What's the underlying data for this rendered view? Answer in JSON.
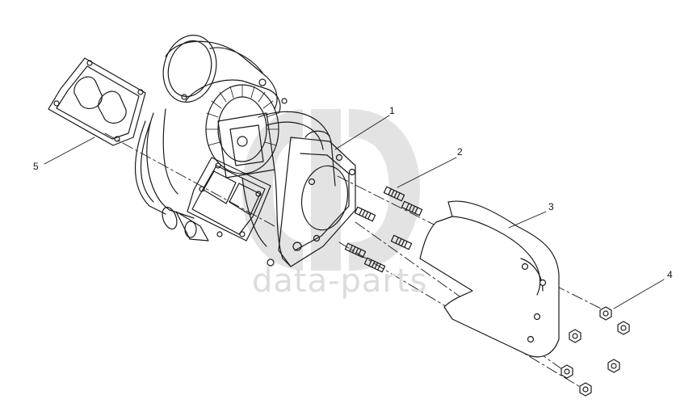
{
  "diagram": {
    "callouts": {
      "c1": "1",
      "c2": "2",
      "c3": "3",
      "c4": "4",
      "c5": "5"
    },
    "watermark": {
      "text": "data-parts",
      "color": "#dcdcdc"
    },
    "line_color": "#1a1a1a"
  }
}
